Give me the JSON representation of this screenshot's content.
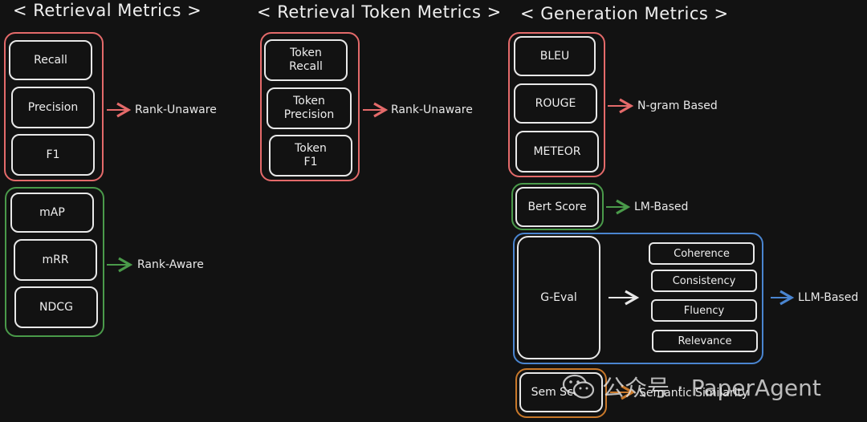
{
  "titles": {
    "retrieval": "< Retrieval Metrics >",
    "token": "< Retrieval Token Metrics >",
    "generation": "< Generation Metrics >"
  },
  "retrieval": {
    "rank_unaware_boxes": [
      "Recall",
      "Precision",
      "F1"
    ],
    "rank_unaware_label": "Rank-Unaware",
    "rank_aware_boxes": [
      "mAP",
      "mRR",
      "NDCG"
    ],
    "rank_aware_label": "Rank-Aware"
  },
  "token": {
    "boxes": [
      "Token\nRecall",
      "Token\nPrecision",
      "Token\nF1"
    ],
    "label": "Rank-Unaware"
  },
  "generation": {
    "ngram_boxes": [
      "BLEU",
      "ROUGE",
      "METEOR"
    ],
    "ngram_label": "N-gram Based",
    "lm_box": "Bert Score",
    "lm_label": "LM-Based",
    "geval_box": "G-Eval",
    "geval_items": [
      "Coherence",
      "Consistency",
      "Fluency",
      "Relevance"
    ],
    "llm_label": "LLM-Based",
    "sem_box": "Sem Score",
    "sem_label": "Semantic Similarity"
  },
  "colors": {
    "red": "#e46a6a",
    "green": "#4a9a4a",
    "blue": "#4a85d0",
    "orange": "#c8782a",
    "white": "#e8e8e8"
  },
  "watermark": "公众号 · PaperAgent"
}
